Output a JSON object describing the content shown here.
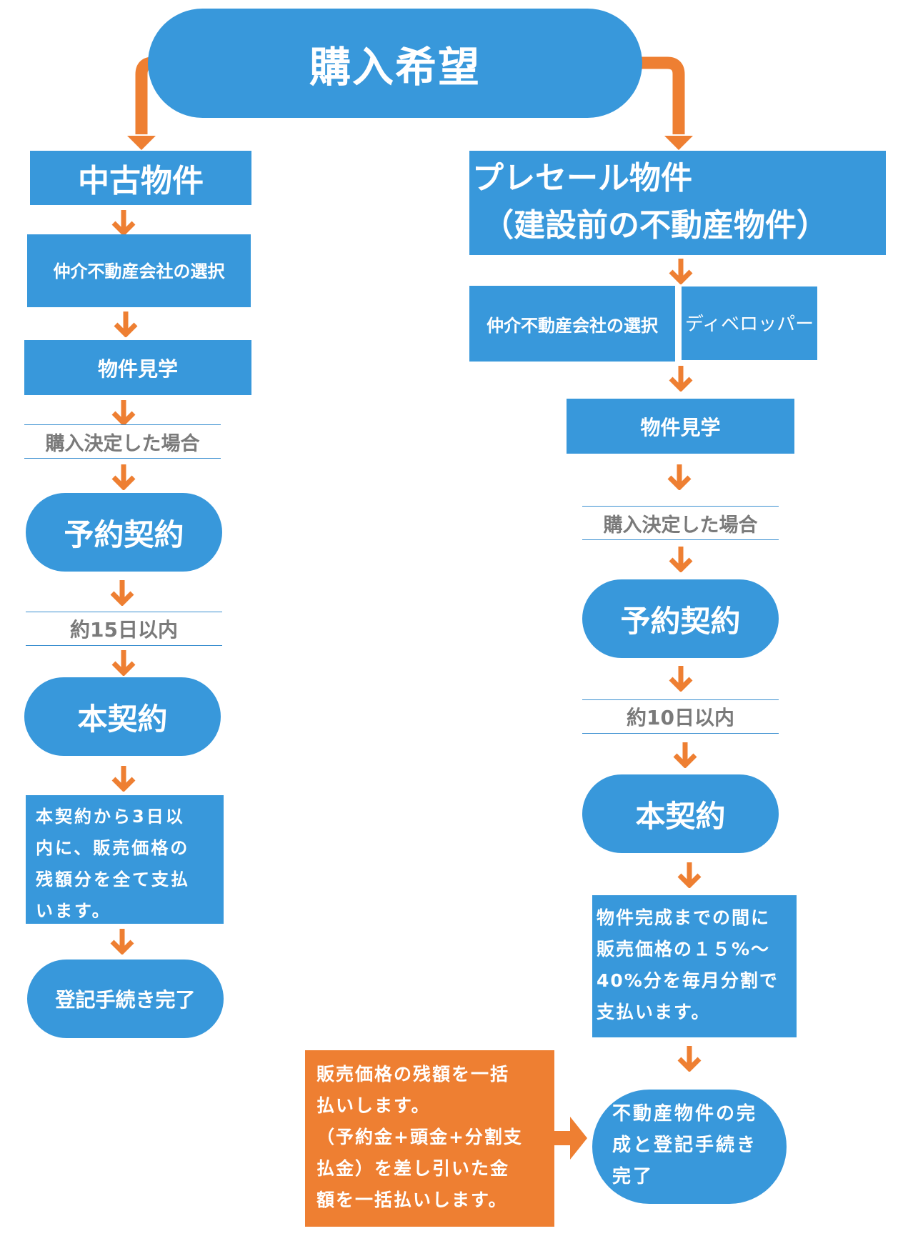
{
  "colors": {
    "blue": "#3898db",
    "orange": "#ee7f32",
    "label_text": "#7a7a7a",
    "label_rule": "#3a8fd0"
  },
  "root": {
    "title": "購入希望"
  },
  "left": {
    "title": "中古物件",
    "step_agent": "仲介不動産会社の選択",
    "step_viewing": "物件見学",
    "cond_decided": "購入決定した場合",
    "reservation": "予約契約",
    "period": "約15日以内",
    "main_contract": "本契約",
    "payment_lines": [
      "本契約から3日以",
      "内に、販売価格の",
      "残額分を全て支払",
      "います。"
    ],
    "final": "登記手続き完了"
  },
  "right": {
    "title_line1": "プレセール物件",
    "title_line2": "（建設前の不動産物件）",
    "step_agent": "仲介不動産会社の選択",
    "step_developer": "ディベロッパー",
    "step_viewing": "物件見学",
    "cond_decided": "購入決定した場合",
    "reservation": "予約契約",
    "period": "約10日以内",
    "main_contract": "本契約",
    "installment_lines": [
      "物件完成までの間に",
      "販売価格の１５%～",
      "40%分を毎月分割で",
      "支払います。"
    ],
    "lump_sum_lines": [
      "販売価格の残額を一括",
      "払いします。",
      "（予約金+頭金+分割支",
      "払金）を差し引いた金",
      "額を一括払いします。"
    ],
    "final_lines": [
      "不動産物件の完",
      "成と登記手続き",
      "完了"
    ]
  }
}
